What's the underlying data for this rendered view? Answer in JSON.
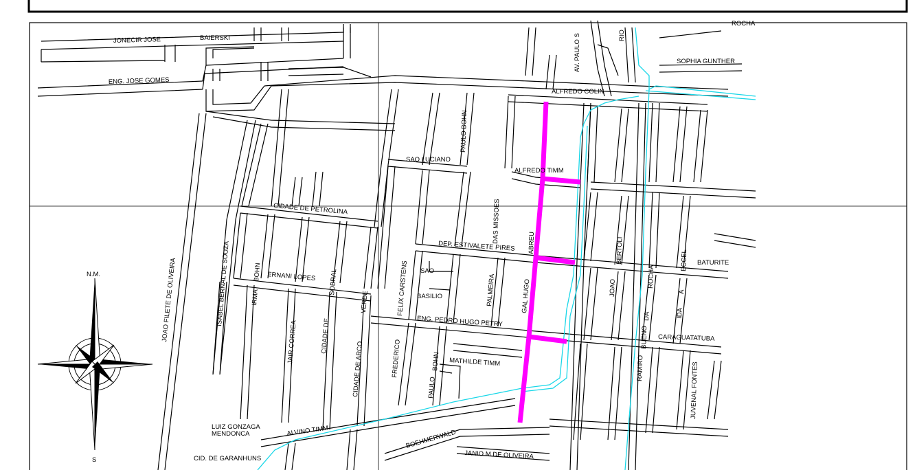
{
  "map": {
    "colors": {
      "background": "#ffffff",
      "roads": "#000000",
      "river": "#19d7e8",
      "highlight": "#ff00ff"
    },
    "north_arrow": {
      "north_label": "N.M.",
      "south_label": "S"
    },
    "labels": [
      {
        "id": "jonecir-jose",
        "text": "JONECIR   JOSE"
      },
      {
        "id": "baierski",
        "text": "BAIERSKI"
      },
      {
        "id": "eng-jose-gomes",
        "text": "ENG. JOSE GOMES"
      },
      {
        "id": "av-paulo-s",
        "text": "AV. PAULO S"
      },
      {
        "id": "rio",
        "text": "RIO"
      },
      {
        "id": "sophia-gunther",
        "text": "SOPHIA   GUNTHER"
      },
      {
        "id": "alfredo-colin",
        "text": "ALFREDO  COLIN"
      },
      {
        "id": "paulo-bohn-north",
        "text": "PAULO BOHN"
      },
      {
        "id": "sao-luciano",
        "text": "SAO  LUCIANO"
      },
      {
        "id": "alfredo-timm",
        "text": "ALFREDO TIMM"
      },
      {
        "id": "cidade-de-petrolina",
        "text": "CIDADE DE PETROLINA"
      },
      {
        "id": "das-missoes",
        "text": "DAS  MISSOES"
      },
      {
        "id": "dep-estivalete-pires",
        "text": "DEP.  ESTIVALETE PIRES"
      },
      {
        "id": "abreu",
        "text": "ABREU"
      },
      {
        "id": "bertoli",
        "text": "BERTOLI"
      },
      {
        "id": "baturite",
        "text": "BATURITE"
      },
      {
        "id": "eccel",
        "text": "ECCEL"
      },
      {
        "id": "joao-filete",
        "text": "JOAO FILETE DE OLIVEIRA"
      },
      {
        "id": "isabel-bernal",
        "text": "ISABEL BERNAL DE SOUZA"
      },
      {
        "id": "bohn-west",
        "text": "BOHN"
      },
      {
        "id": "ernani-lopes",
        "text": "ERNANI  LOPES"
      },
      {
        "id": "sobral",
        "text": "SOBRAL"
      },
      {
        "id": "irma",
        "text": "IRMA"
      },
      {
        "id": "verde",
        "text": "VERDE"
      },
      {
        "id": "felix-carstens",
        "text": "FELIX   CARSTENS"
      },
      {
        "id": "sao",
        "text": "SAO"
      },
      {
        "id": "basilio",
        "text": "BASILIO"
      },
      {
        "id": "palmeira",
        "text": "PALMEIRA"
      },
      {
        "id": "gal-hugo",
        "text": "GAL  HUGO"
      },
      {
        "id": "joao",
        "text": "JOAO"
      },
      {
        "id": "rocha",
        "text": "ROCHA"
      },
      {
        "id": "a",
        "text": "A"
      },
      {
        "id": "da",
        "text": "DA"
      },
      {
        "id": "ida",
        "text": "IDA"
      },
      {
        "id": "bueno",
        "text": "BUENO"
      },
      {
        "id": "jair-correa",
        "text": "JAIR CORREA"
      },
      {
        "id": "cidade-de",
        "text": "CIDADE DE"
      },
      {
        "id": "eng-pedro",
        "text": "ENG.   PEDRO   HUGO  PETRY"
      },
      {
        "id": "caraguatatuba",
        "text": "CARAGUATATUBA"
      },
      {
        "id": "frederico",
        "text": "FREDERICO"
      },
      {
        "id": "cidade-de-arco",
        "text": "CIDADE DE ARCO"
      },
      {
        "id": "bohn-south",
        "text": "BOHN"
      },
      {
        "id": "mathilde-timm",
        "text": "MATHILDE TIMM"
      },
      {
        "id": "paulo-south",
        "text": "PAULO"
      },
      {
        "id": "ramiro",
        "text": "RAMIRO"
      },
      {
        "id": "juvenal-fontes",
        "text": "JUVENAL FONTES"
      },
      {
        "id": "luiz-gonzaga",
        "text": "LUIZ GONZAGA"
      },
      {
        "id": "mendonca",
        "text": "MENDONCA"
      },
      {
        "id": "alvino-timm",
        "text": "ALVINO   TIMM"
      },
      {
        "id": "boehmerwald",
        "text": "BOEHMERWALD"
      },
      {
        "id": "janio",
        "text": "JANIO M.DE OLIVEIRA"
      },
      {
        "id": "cid-garanhuns",
        "text": "CID. DE GARANHUNS"
      },
      {
        "id": "rocha-top",
        "text": "ROCHA"
      }
    ]
  }
}
